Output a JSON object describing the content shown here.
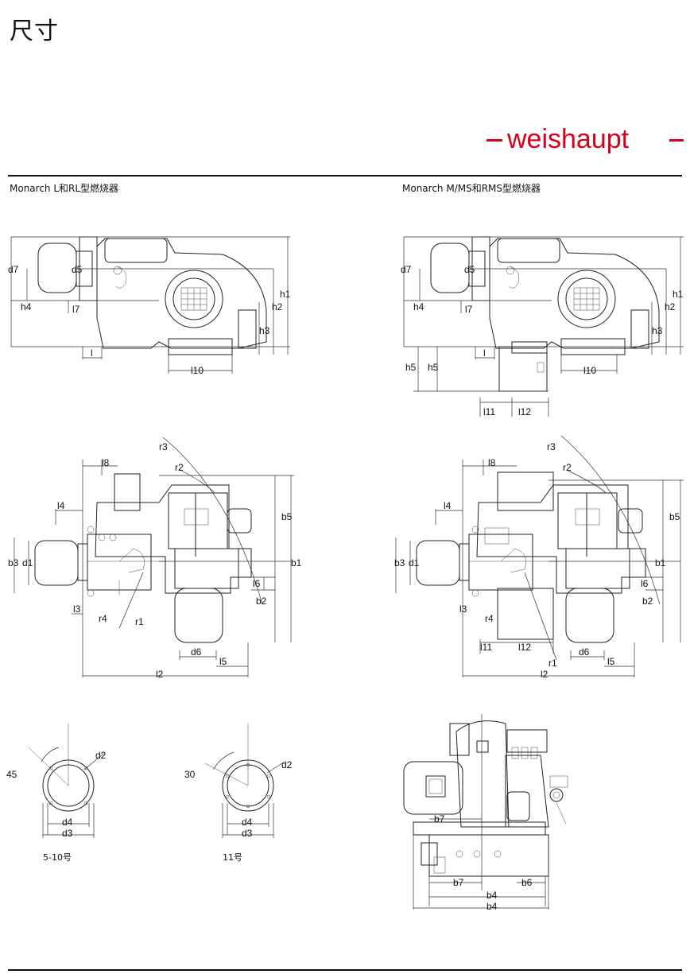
{
  "page": {
    "title": "尺寸",
    "brand": "weishaupt",
    "brand_color": "#d6001c"
  },
  "captions": {
    "left": "Monarch  L和RL型燃烧器",
    "right": "Monarch  M/MS和RMS型燃烧器"
  },
  "flange_captions": {
    "left": "5-10号",
    "right": "11号"
  },
  "flange_angles": {
    "left": "45",
    "right": "30"
  },
  "labels": {
    "d7": "d7",
    "d5": "d5",
    "h4": "h4",
    "l7": "l7",
    "h1": "h1",
    "h2": "h2",
    "h3": "h3",
    "l1": "l",
    "l10": "l10",
    "h5": "h5",
    "l11": "l11",
    "l12": "l12",
    "r3": "r3",
    "r2": "r2",
    "l8": "l8",
    "l4": "l4",
    "b5": "b5",
    "b3": "b3",
    "d1": "d1",
    "b1": "b1",
    "l6": "l6",
    "b2": "b2",
    "l3": "l3",
    "r4": "r4",
    "r1": "r1",
    "d6": "d6",
    "l5": "l5",
    "l2": "l2",
    "d2": "d2",
    "d4": "d4",
    "d3": "d3",
    "b7": "b7",
    "b6": "b6",
    "b4": "b4"
  }
}
